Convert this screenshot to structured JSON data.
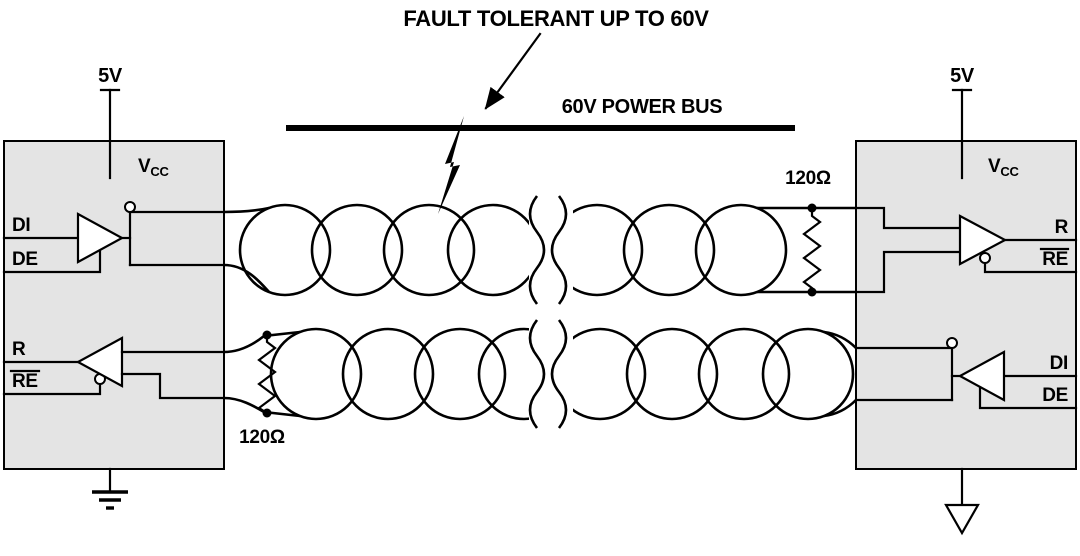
{
  "title": "FAULT TOLERANT UP TO 60V",
  "bus_label": "60V POWER BUS",
  "left_transceiver": {
    "supply": "5V",
    "vcc_letter": "V",
    "vcc_sub": "CC",
    "pin_di": "DI",
    "pin_de": "DE",
    "pin_r": "R",
    "pin_re": "RE"
  },
  "right_transceiver": {
    "supply": "5V",
    "vcc_letter": "V",
    "vcc_sub": "CC",
    "pin_r": "R",
    "pin_re": "RE",
    "pin_di": "DI",
    "pin_de": "DE"
  },
  "termination": {
    "top_right_resistor": "120Ω",
    "bottom_left_resistor": "120Ω"
  },
  "colors": {
    "box_fill": "#e4e4e4",
    "line": "#000000"
  }
}
